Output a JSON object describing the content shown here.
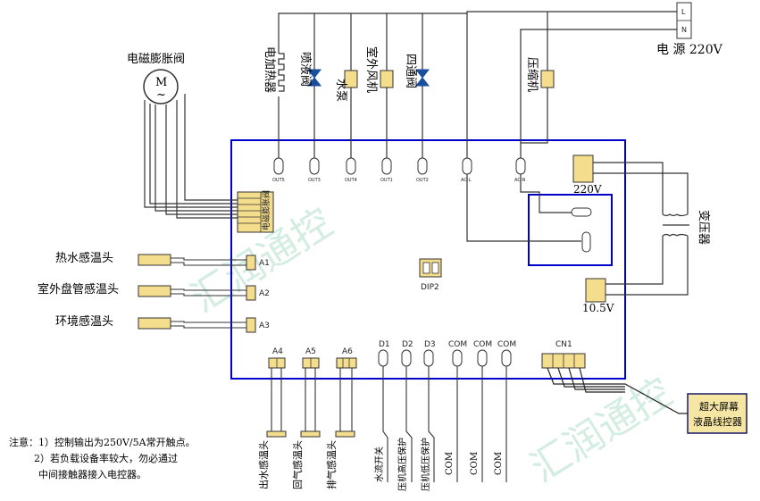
{
  "expansion_valve": {
    "label": "电磁膨胀阀",
    "symbol_letter": "M",
    "symbol_tilde": "~",
    "connector_label": "电磁膨胀阀"
  },
  "power": {
    "label": "电 源 220V",
    "L": "L",
    "N": "N"
  },
  "loads": [
    {
      "label": "电加热器"
    },
    {
      "label": "喷液阀"
    },
    {
      "label": "水泵"
    },
    {
      "label": "室外风机"
    },
    {
      "label": "四通阀"
    },
    {
      "label": "压缩机"
    }
  ],
  "outputs": [
    "OUT5",
    "OUT3",
    "OUT4",
    "OUT1",
    "OUT2",
    "AC-L",
    "AC-N"
  ],
  "transformer": {
    "label": "变压器",
    "v_high": "220V",
    "v_low": "10.5V"
  },
  "sensors_left": [
    {
      "label": "热水感温头",
      "port": "A1"
    },
    {
      "label": "室外盘管感温头",
      "port": "A2"
    },
    {
      "label": "环境感温头",
      "port": "A3"
    }
  ],
  "dip": "DIP2",
  "bottom_ports": {
    "sensors": [
      {
        "port": "A4",
        "label": "出水感温头"
      },
      {
        "port": "A5",
        "label": "回气感温头"
      },
      {
        "port": "A6",
        "label": "排气感温头"
      }
    ],
    "digital": [
      {
        "port": "D1",
        "label": "水流开关"
      },
      {
        "port": "D2",
        "label": "压机高压保护"
      },
      {
        "port": "D3",
        "label": "压机低压保护"
      }
    ],
    "com": [
      "COM",
      "COM",
      "COM"
    ]
  },
  "cn1": {
    "label": "CN1"
  },
  "controller": {
    "line1": "超大屏幕",
    "line2": "液晶线控器"
  },
  "notes": {
    "line1": "注意：1）控制输出为250V/5A常开触点。",
    "line2": "2）若负载设备率较大，勿必通过",
    "line3": "中间接触器接入电控器。"
  },
  "colors": {
    "board": "#0000cc",
    "connector": "#f4dd8c",
    "connector_stroke": "#333333",
    "controller_border": "#1a1a66",
    "controller_fill": "#f6e6a4",
    "wire": "#333333"
  }
}
